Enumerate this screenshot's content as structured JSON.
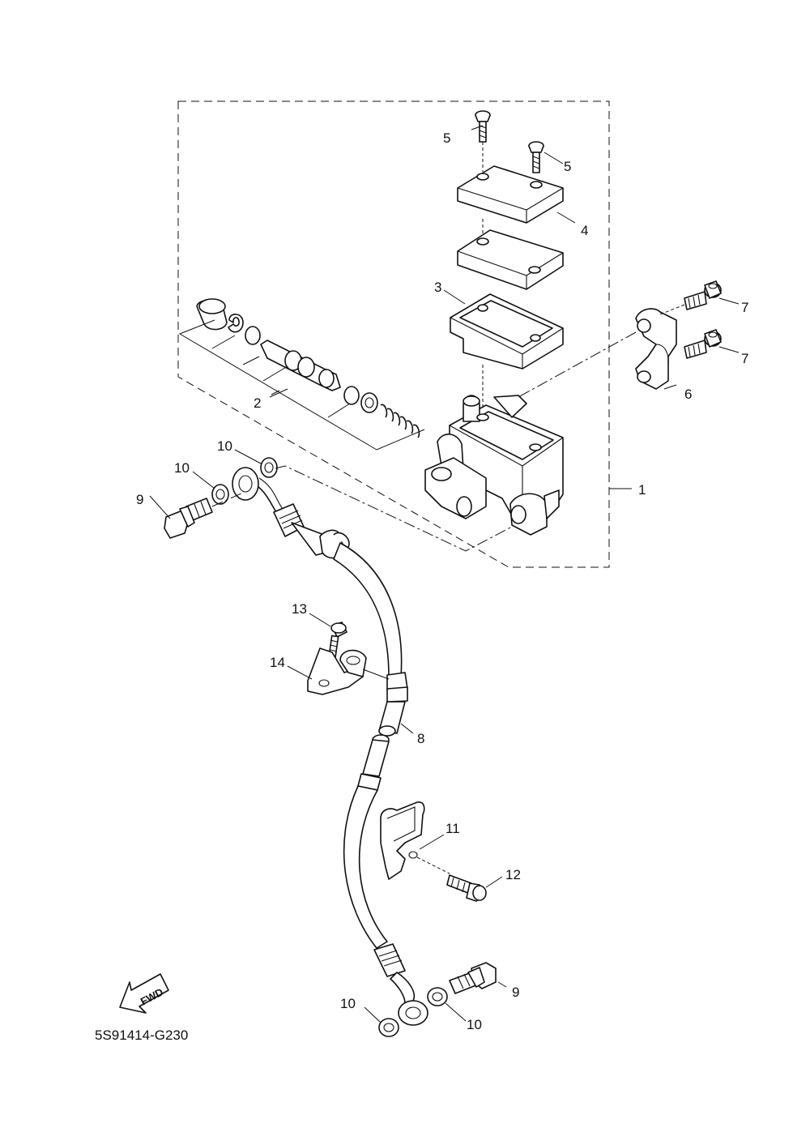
{
  "diagram_code": "5S91414-G230",
  "fwd_label": "FWD",
  "callouts": [
    {
      "id": "c1",
      "text": "1"
    },
    {
      "id": "c2",
      "text": "2"
    },
    {
      "id": "c3",
      "text": "3"
    },
    {
      "id": "c4",
      "text": "4"
    },
    {
      "id": "c5a",
      "text": "5"
    },
    {
      "id": "c5b",
      "text": "5"
    },
    {
      "id": "c6",
      "text": "6"
    },
    {
      "id": "c7a",
      "text": "7"
    },
    {
      "id": "c7b",
      "text": "7"
    },
    {
      "id": "c8",
      "text": "8"
    },
    {
      "id": "c9a",
      "text": "9"
    },
    {
      "id": "c9b",
      "text": "9"
    },
    {
      "id": "c10a",
      "text": "10"
    },
    {
      "id": "c10b",
      "text": "10"
    },
    {
      "id": "c10c",
      "text": "10"
    },
    {
      "id": "c10d",
      "text": "10"
    },
    {
      "id": "c11",
      "text": "11"
    },
    {
      "id": "c12",
      "text": "12"
    },
    {
      "id": "c13",
      "text": "13"
    },
    {
      "id": "c14",
      "text": "14"
    }
  ]
}
